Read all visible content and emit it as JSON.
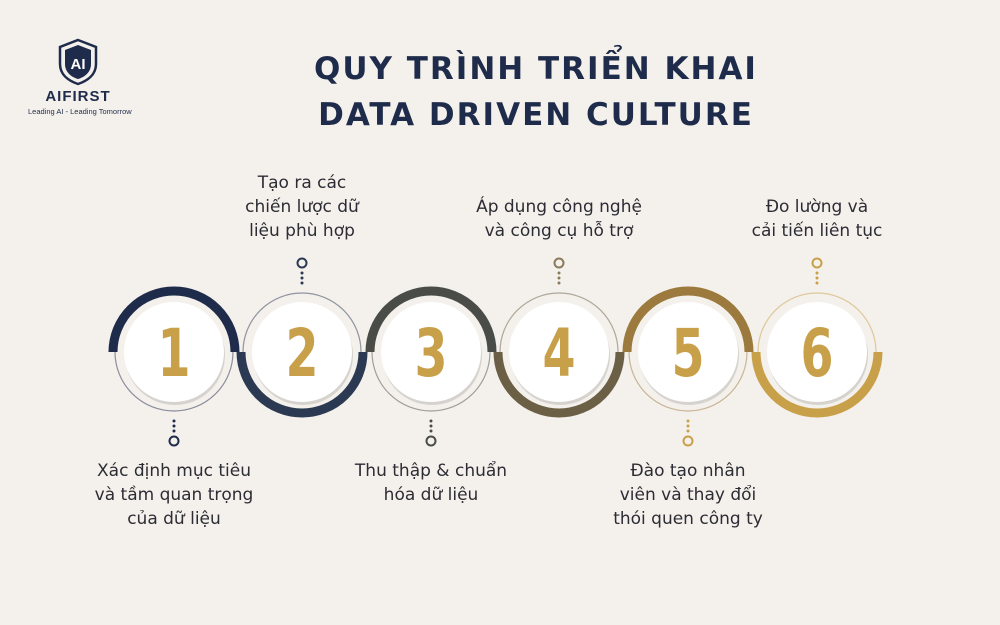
{
  "brand": {
    "name": "AIFIRST",
    "tagline": "Leading AI - Leading Tomorrow",
    "emblem_text": "AI"
  },
  "title": {
    "line1": "QUY TRÌNH TRIỂN KHAI",
    "line2": "DATA DRIVEN CULTURE"
  },
  "colors": {
    "navy": "#1f2b4a",
    "gold": "#c9a04a",
    "background": "#f4f1ec"
  },
  "steps": [
    {
      "number": "1",
      "caption": [
        "Xác định mục tiêu",
        "và tầm quan trọng",
        "của dữ liệu"
      ],
      "ring_color": "#1f2b4a",
      "arc": "top"
    },
    {
      "number": "2",
      "caption": [
        "Tạo ra các",
        "chiến lược dữ",
        "liệu phù hợp"
      ],
      "ring_color": "#2b3a52",
      "arc": "bottom"
    },
    {
      "number": "3",
      "caption": [
        "Thu thập & chuẩn",
        "hóa dữ liệu"
      ],
      "ring_color": "#4a4c48",
      "arc": "top"
    },
    {
      "number": "4",
      "caption": [
        "Áp dụng công nghệ",
        "và công cụ hỗ trợ"
      ],
      "ring_color": "#6b5f45",
      "arc": "bottom"
    },
    {
      "number": "5",
      "caption": [
        "Đào tạo nhân",
        "viên và thay đổi",
        "thói quen công ty"
      ],
      "ring_color": "#9c7a3e",
      "arc": "top"
    },
    {
      "number": "6",
      "caption": [
        "Đo lường và",
        "cải tiến liên tục"
      ],
      "ring_color": "#c9a04a",
      "arc": "bottom"
    }
  ]
}
